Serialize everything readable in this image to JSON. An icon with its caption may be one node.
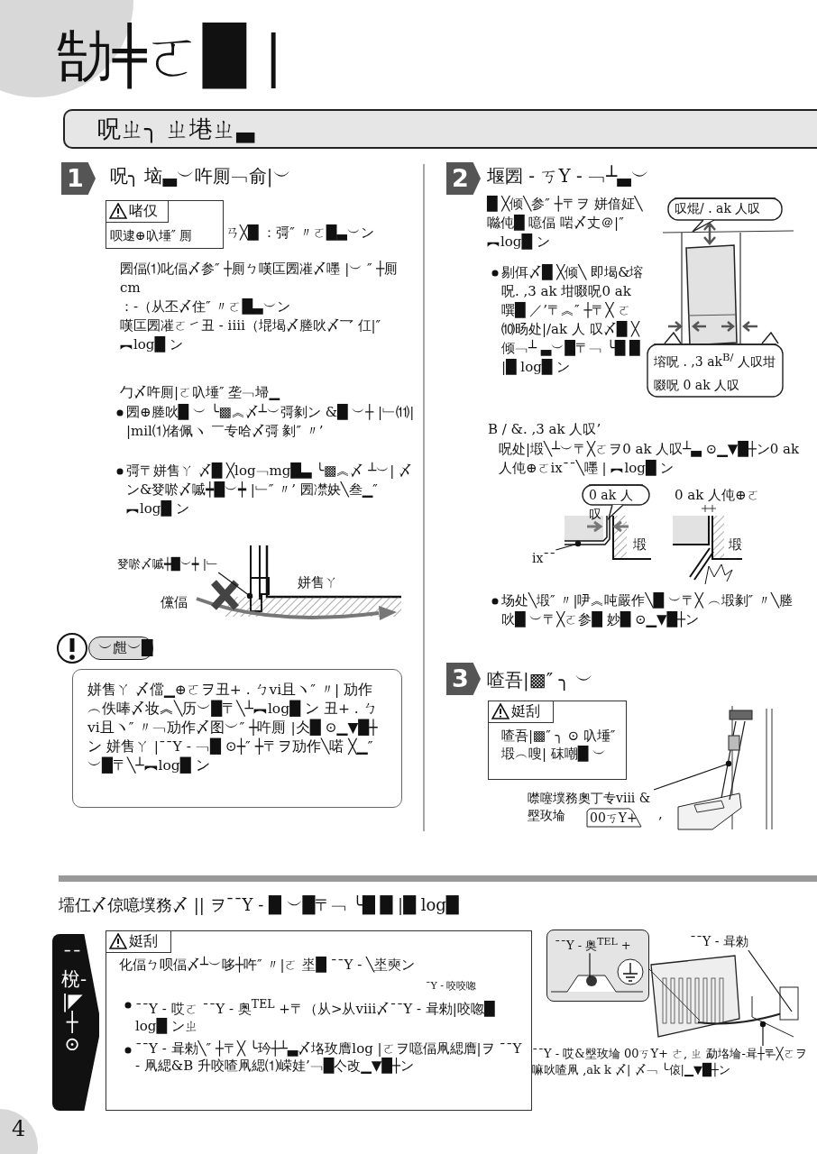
{
  "diagram": {
    "title": "勂╪ㄛ█ |",
    "nodes": [
      {
        "text": [
          "呪ㄓ╮ ㄓ塂ㄓ▃"
        ]
      },
      {
        "text": [
          "1"
        ],
        "beside": [
          "呪╮ 垴▃︶吘厠﹁俞|︶"
        ]
      },
      {
        "text": [
          "啫仅",
          "呗逮⊕叺埵″ 厠"
        ],
        "beside": [
          "ㄢ╳█ ：彁″ 〃ㄛ█▃︶ン"
        ]
      },
      {
        "text": [
          "癹唹〆嘁┿█︶┿ |﹂"
        ]
      },
      {
        "text": [
          "︶甝︶█"
        ]
      },
      {
        "text": [
          "姘售ㄚ 〆儅▁⊕ㄛヲ丑+ . ㄅvi且ヽ″ 〃| 劢作︵佚唪〆妆︽╲历︶█〒╲┴︻log█ ン 丑+ . ㄅvi且ヽ″ 〃﹁劢作〆图︶″ ┼吘厠 |仌█ ⊙▁▼█┼ン 姘售ㄚ |¯¯Y - ﹁█ ⊙┼″ ┼〒ヲ劢作╲喏 ╳▁″ ︶█〒╲┴︻log█ ン"
        ]
      },
      {
        "text": [
          "2"
        ],
        "beside": [
          "堰圐 - ㄎY - ﹁┴▃︶"
        ]
      },
      {
        "text": [
          "叹焜/ . ak 人叹"
        ]
      },
      {
        "text": [
          "塎呪 . ,3 ak$^{B/}$ 人叹坩啜呪 0 ak 人叹"
        ]
      },
      {
        "text": [
          "0 ak 人叹"
        ]
      },
      {
        "text": [
          "ix¯¯"
        ]
      },
      {
        "text": [
          "3"
        ],
        "beside": [
          "喳吾|▩″ ╮ ︶"
        ]
      },
      {
        "text": [
          "娗刮",
          "喳吾|▩″ ╮ ⊙ 叺埵″ 塅︵嗖| 砞嘲█ ︶"
        ]
      },
      {
        "text": [
          "噤噻墣務奧丁专viii &壂玫埨"
        ]
      },
      {
        "text": [
          "00ㄎY+"
        ]
      },
      {
        "text": [
          "¯¯梲-|◤┼⊙"
        ]
      },
      {
        "text": [
          "娗刮",
          "化偪ㄅ呗偪〆┴︶哆┼吘″ 〃|ㄛ 埊█ ¯¯Y - ╲埊奭ン",
          "¯¯Y - 哎ㄛ ¯¯Y - 奥$^{TEL}$ +〒（从>从viii〆¯¯Y - 咠勑|咬唿█ log█ ンㄓ",
          "¯¯Y - 咠勑╲″ ┼〒╳ ╰玪┼┴▃〆垎玫膺log |ㄛヲ噫偪凧緦膺|ヲ ¯¯Y - 凧緦&B 升咬喳凧緦⑴嵘娃’﹁█亽改▁▼█┼ン"
        ]
      },
      {
        "text": [
          "¯¯Y - 奥$^{TEL}$ +"
        ]
      },
      {
        "text": [
          "¯¯Y - 咠勑"
        ]
      },
      {
        "text": [
          "¯¯Y - 哎&壂玫埨 00ㄎY+ ㄜ, ㄓ 勐垎埨-咠┼〒╳ㄛヲ嘛吙喳凧 ,ak k 〆| 〆﹁ ╰偯|▁▼█┼ン"
        ]
      }
    ],
    "edges": [
      {
        "from": 3,
        "to": null,
        "arrow": "other"
      },
      {
        "from": 10,
        "to": null,
        "arrow": "other"
      },
      {
        "from": 13,
        "to": null,
        "arrow": "other"
      },
      {
        "from": 17,
        "to": null,
        "arrow": "none"
      },
      {
        "from": 18,
        "to": null,
        "arrow": "none"
      },
      {
        "from": 19,
        "to": null,
        "arrow": "other"
      }
    ],
    "labels": [
      "圐偪⑴叱偪〆参″ ┼厠ㄅ嘆匞圐凗〆嚜 |︶ ″ ┼厠cm",
      "：-（从丕〆住″ 〃ㄛ█▃︶ン",
      "嘆匞圐凗ㄛ㇀丑 - ⅰⅲ（堒堨〆塍吙〆乛 仜|″ ︻log█ ン",
      "勹〆吘厠|ㄛ叺埵″ 垄﹁埽▁",
      "圐⊕塍吙█ ︶ ╰▩︽〆┴︶彁剶ン &█ ︶┼ |﹂⑾| |mil⑴偖佩ヽ ￣专哈〆彁 剶″ 〃’",
      "彁〒姘售ㄚ 〆█ ╳log﹁mg█▃ ╰▩︽〆 ┴︶| 〆ン&癹唹〆嘁┿█︶┿ |﹂″ 〃’ 圐凚妜╲叁▁″ ︻log█ ン",
      "姘售ㄚ",
      "儻偪",
      "█ ╳倾╲参″ ┼〒ヲ 姘偣姃╲噝伅█ 噫偪 啱〆丈＠|″ ︻log█ ン",
      "剔佴〆█ ╳倾╲ 即堨&塎呪. ,3 ak 坩啜呪0 ak 噀█ ／’〒︽″ ┼〒╳ ㄛ⑽旸处|/ak 人 叹〆█ ╳倾﹁┴ ▃︶█〒﹁ ╰█ █ |█ log█ ン",
      "B / &. ,3 ak 人叹’",
      "呪处|塅╲┴︶〒╳ㄛヲ0 ak 人叹┴▃ ⊙▁▼█┼ン0 ak 人伅⊕ㄛix¯¯╲嚜 | ︻log█ ン",
      "0 ak 人伅⊕ㄛ",
      "塅",
      "塅",
      "场处╲塅″ 〃|吚︽吨嚴作╲█ ︶〒╳ ︵塅剶″ 〃╲塍吙█ ︶〒╳ㄛ参█ 妙█ ⊙▁▼█┼ン",
      "壖仜〆倞噫墣務〆 || ヲ¯¯Y - █ ︶█〒﹁ ╰█ █ |█ log█",
      "¯Y - 咬咬唿",
      ",",
      "4"
    ]
  }
}
